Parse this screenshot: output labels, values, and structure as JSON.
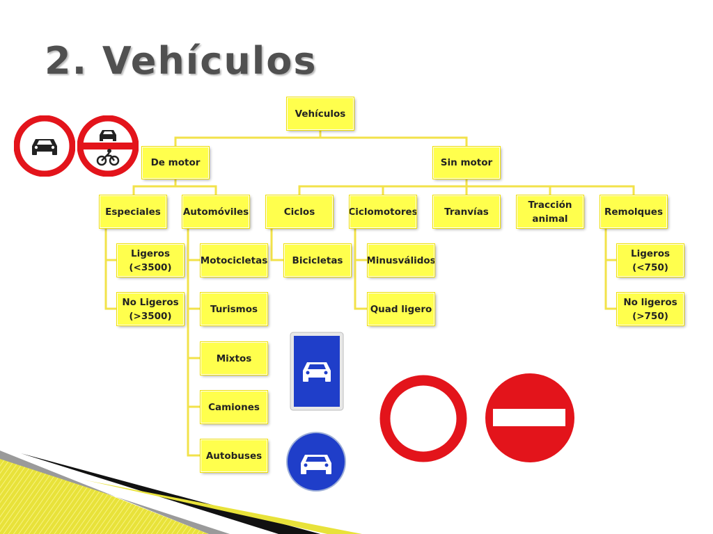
{
  "slide": {
    "title": "2. Vehículos"
  },
  "diagram": {
    "root": "Vehículos",
    "motor": "De motor",
    "sinmotor": "Sin motor",
    "especiales": "Especiales",
    "automoviles": "Automóviles",
    "ciclos": "Ciclos",
    "ciclomotores": "Ciclomotores",
    "tranvias": "Tranvías",
    "traccion": "Tracción\nanimal",
    "remolques": "Remolques",
    "ligeros3500": "Ligeros\n(<3500)",
    "noligeros3500": "No Ligeros\n(>3500)",
    "motocicletas": "Motocicletas",
    "turismos": "Turismos",
    "mixtos": "Mixtos",
    "camiones": "Camiones",
    "autobuses": "Autobuses",
    "bicicletas": "Bicicletas",
    "minusvalidos": "Minusválidos",
    "quad": "Quad ligero",
    "ligeros750": "Ligeros\n(<750)",
    "noligeros750": "No ligeros\n(>750)"
  },
  "colors": {
    "box": "#ffff4d",
    "connector": "#f2e24a",
    "sign_red": "#e3141b",
    "sign_blue": "#1f3ec9"
  },
  "icons": [
    "no-cars-sign-icon",
    "no-motor-vehicles-sign-icon",
    "car-lane-sign-icon",
    "car-mandatory-sign-icon",
    "no-entry-vehicles-sign-icon",
    "no-entry-sign-icon"
  ]
}
